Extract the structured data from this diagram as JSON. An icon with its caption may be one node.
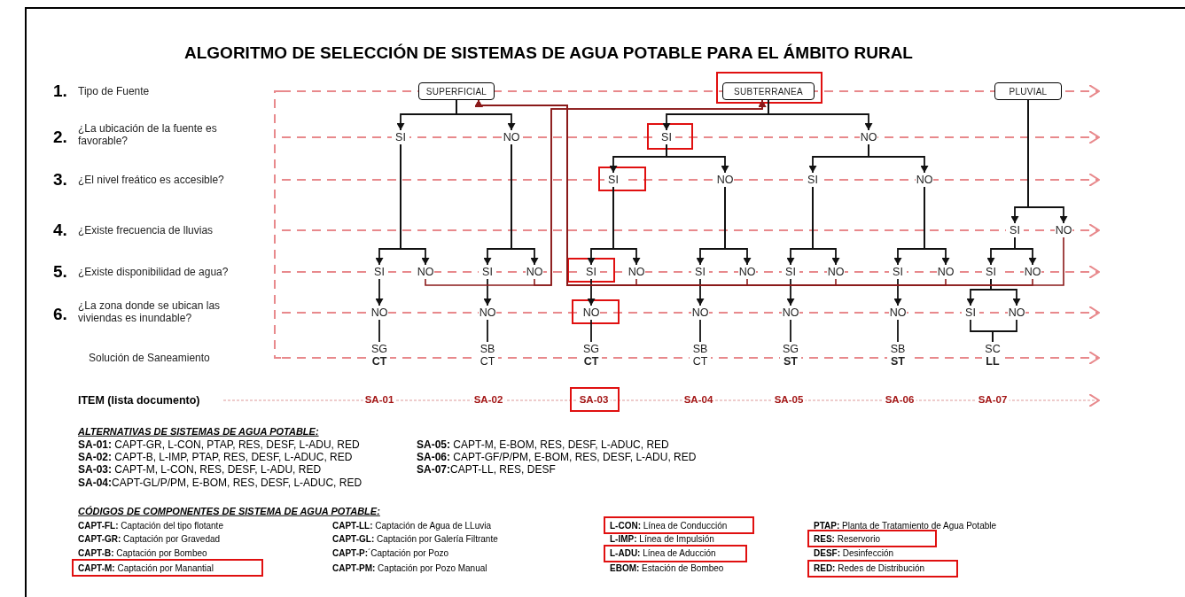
{
  "diagram": {
    "title": "ALGORITMO DE SELECCIÓN DE SISTEMAS DE AGUA POTABLE PARA EL ÁMBITO RURAL",
    "nodes": [
      {
        "text": [
          "SUPERFICIAL"
        ]
      },
      {
        "text": [
          "SUBTERRANEA"
        ]
      },
      {
        "text": [
          "PLUVIAL"
        ]
      },
      {
        "text": [
          "SI"
        ]
      },
      {
        "text": [
          "NO"
        ]
      },
      {
        "text": [
          "SI"
        ]
      },
      {
        "text": [
          "NO"
        ]
      },
      {
        "text": [
          "SI"
        ]
      },
      {
        "text": [
          "NO"
        ]
      },
      {
        "text": [
          "SI"
        ]
      },
      {
        "text": [
          "NO"
        ]
      },
      {
        "text": [
          "SI"
        ]
      },
      {
        "text": [
          "NO"
        ]
      },
      {
        "text": [
          "SI"
        ]
      },
      {
        "text": [
          "NO"
        ]
      },
      {
        "text": [
          "SI"
        ]
      },
      {
        "text": [
          "NO"
        ]
      },
      {
        "text": [
          "SI"
        ]
      },
      {
        "text": [
          "NO"
        ]
      },
      {
        "text": [
          "SI"
        ]
      },
      {
        "text": [
          "NO"
        ]
      },
      {
        "text": [
          "SI"
        ]
      },
      {
        "text": [
          "NO"
        ]
      },
      {
        "text": [
          "SI"
        ]
      },
      {
        "text": [
          "NO"
        ]
      },
      {
        "text": [
          "SI"
        ]
      },
      {
        "text": [
          "NO"
        ]
      },
      {
        "text": [
          "NO"
        ]
      },
      {
        "text": [
          "NO"
        ]
      },
      {
        "text": [
          "NO"
        ]
      },
      {
        "text": [
          "NO"
        ]
      },
      {
        "text": [
          "NO"
        ]
      },
      {
        "text": [
          "NO"
        ]
      },
      {
        "text": [
          "SI"
        ]
      },
      {
        "text": [
          "NO"
        ]
      },
      {
        "text": [
          "SG **CT**"
        ]
      },
      {
        "text": [
          "SB CT"
        ]
      },
      {
        "text": [
          "SG **CT**"
        ]
      },
      {
        "text": [
          "SB CT"
        ]
      },
      {
        "text": [
          "SG **ST**"
        ]
      },
      {
        "text": [
          "SB **ST**"
        ]
      },
      {
        "text": [
          "SC **LL**"
        ]
      }
    ],
    "edges": [
      {
        "from": 0,
        "to": 3,
        "arrow": "to"
      },
      {
        "from": 0,
        "to": 4,
        "arrow": "to"
      },
      {
        "from": 1,
        "to": 5,
        "arrow": "to"
      },
      {
        "from": 1,
        "to": 6,
        "arrow": "to"
      },
      {
        "from": 2,
        "to": 11,
        "arrow": "to"
      },
      {
        "from": 2,
        "to": 12,
        "arrow": "to"
      },
      {
        "from": 5,
        "to": 7,
        "arrow": "to"
      },
      {
        "from": 5,
        "to": 8,
        "arrow": "to"
      },
      {
        "from": 6,
        "to": 9,
        "arrow": "to"
      },
      {
        "from": 6,
        "to": 10,
        "arrow": "to"
      },
      {
        "from": 3,
        "to": 13,
        "arrow": "to"
      },
      {
        "from": 3,
        "to": 14,
        "arrow": "to"
      },
      {
        "from": 4,
        "to": 15,
        "arrow": "to"
      },
      {
        "from": 4,
        "to": 16,
        "arrow": "to"
      },
      {
        "from": 7,
        "to": 17,
        "arrow": "to"
      },
      {
        "from": 7,
        "to": 18,
        "arrow": "to"
      },
      {
        "from": 8,
        "to": 19,
        "arrow": "to"
      },
      {
        "from": 8,
        "to": 20,
        "arrow": "to"
      },
      {
        "from": 9,
        "to": 21,
        "arrow": "to"
      },
      {
        "from": 9,
        "to": 22,
        "arrow": "to"
      },
      {
        "from": 10,
        "to": 23,
        "arrow": "to"
      },
      {
        "from": 10,
        "to": 24,
        "arrow": "to"
      },
      {
        "from": 11,
        "to": 25,
        "arrow": "to"
      },
      {
        "from": 11,
        "to": 26,
        "arrow": "to"
      },
      {
        "from": 13,
        "to": 27,
        "arrow": "to"
      },
      {
        "from": 15,
        "to": 28,
        "arrow": "to"
      },
      {
        "from": 17,
        "to": 29,
        "arrow": "to"
      },
      {
        "from": 19,
        "to": 30,
        "arrow": "to"
      },
      {
        "from": 21,
        "to": 31,
        "arrow": "to"
      },
      {
        "from": 23,
        "to": 32,
        "arrow": "to"
      },
      {
        "from": 25,
        "to": 33,
        "arrow": "to"
      },
      {
        "from": 25,
        "to": 34,
        "arrow": "to"
      },
      {
        "from": 27,
        "to": 35,
        "arrow": "none"
      },
      {
        "from": 28,
        "to": 36,
        "arrow": "none"
      },
      {
        "from": 29,
        "to": 37,
        "arrow": "none"
      },
      {
        "from": 30,
        "to": 38,
        "arrow": "none"
      },
      {
        "from": 31,
        "to": 39,
        "arrow": "none"
      },
      {
        "from": 32,
        "to": 40,
        "arrow": "none"
      },
      {
        "from": 33,
        "to": 41,
        "arrow": "none"
      },
      {
        "from": 34,
        "to": 41,
        "arrow": "none"
      },
      {
        "from": 14,
        "to": 1,
        "arrow": "to",
        "color": "#8b1a1a"
      },
      {
        "from": 16,
        "to": 1,
        "arrow": "to",
        "color": "#8b1a1a"
      },
      {
        "from": 18,
        "to": 0,
        "arrow": "to",
        "color": "#8b1a1a"
      },
      {
        "from": 20,
        "to": 0,
        "arrow": "to",
        "color": "#8b1a1a"
      },
      {
        "from": 22,
        "to": 0,
        "arrow": "to",
        "color": "#8b1a1a"
      },
      {
        "from": 24,
        "to": 0,
        "arrow": "to",
        "color": "#8b1a1a"
      },
      {
        "from": 26,
        "to": 0,
        "arrow": "to",
        "color": "#8b1a1a"
      },
      {
        "from": 12,
        "to": 0,
        "arrow": "to",
        "color": "#8b1a1a"
      }
    ],
    "labels": [
      "1.",
      "Tipo de Fuente",
      "2.",
      "¿La ubicación de la fuente es favorable?",
      "3.",
      "¿El nivel freático es accesible?",
      "4.",
      "¿Existe frecuencia de lluvias",
      "5.",
      "¿Existe disponibilidad de agua?",
      "6.",
      "¿La zona donde se ubican las viviendas es inundable?",
      "Solución de Saneamiento",
      "ITEM (lista documento)",
      "SA-01",
      "SA-02",
      "SA-03",
      "SA-04",
      "SA-05",
      "SA-06",
      "SA-07",
      "ALTERNATIVAS DE SISTEMAS DE AGUA POTABLE:",
      "**SA-01:** CAPT-GR, L-CON, PTAP, RES, DESF, L-ADU, RED",
      "**SA-02:** CAPT-B, L-IMP, PTAP, RES, DESF, L-ADUC, RED",
      "**SA-03:** CAPT-M, L-CON, RES, DESF, L-ADU, RED",
      "**SA-04:**CAPT-GL/P/PM, E-BOM, RES, DESF, L-ADUC, RED",
      "**SA-05:** CAPT-M, E-BOM, RES, DESF, L-ADUC, RED",
      "**SA-06:** CAPT-GF/P/PM, E-BOM, RES, DESF, L-ADU, RED",
      "**SA-07:**CAPT-LL, RES, DESF",
      "CÓDIGOS DE COMPONENTES DE SISTEMA DE AGUA POTABLE:",
      "**CAPT-FL:** Captación del tipo flotante",
      "**CAPT-GR:** Captación por Gravedad",
      "**CAPT-B:** Captación por Bombeo",
      "**CAPT-M:** Captación por Manantial",
      "**CAPT-LL:** Captación de Agua de LLuvia",
      "**CAPT-GL:** Captación por Galería Filtrante",
      "**CAPT-P:**´Captación por Pozo",
      "**CAPT-PM:** Captación por Pozo Manual",
      "**L-CON:** Línea de Conducción",
      "**L-IMP:** Línea de Impulsión",
      "**L-ADU:** Línea de Aducción",
      "**EBOM:** Estación de Bombeo",
      "**PTAP:** Planta de Tratamiento de Agua Potable",
      "**RES:** Reservorio",
      "**DESF:** Desinfección",
      "**RED:** Redes de Distribución"
    ]
  }
}
